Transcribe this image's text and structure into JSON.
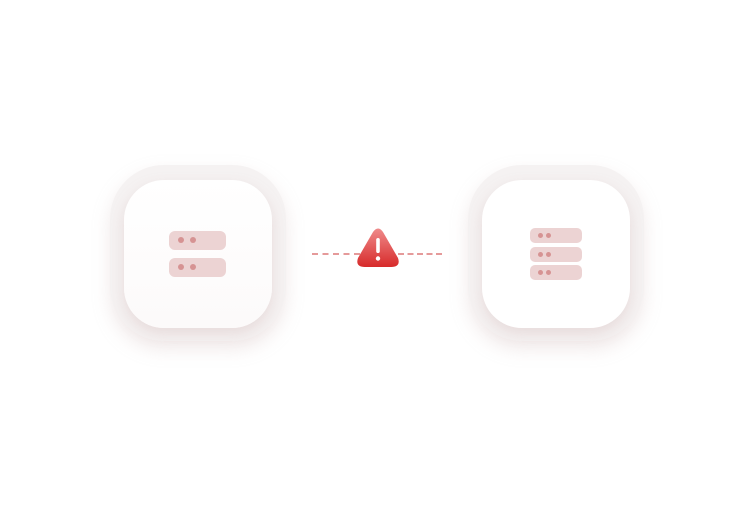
{
  "diagram": {
    "left_node": {
      "icon": "server-icon",
      "units": 2
    },
    "right_node": {
      "icon": "server-icon",
      "units": 3
    },
    "connection": {
      "style": "dashed",
      "status_icon": "warning-icon",
      "status": "error"
    },
    "colors": {
      "accent": "#d93a3a",
      "server": "#ecd3d3",
      "server_dot": "#d69393",
      "line": "#e59a9a"
    }
  }
}
